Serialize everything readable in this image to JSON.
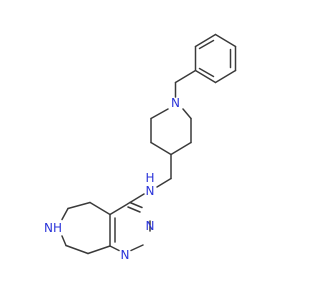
{
  "molecule": {
    "atoms": {
      "n_piperidine": "N",
      "n_amine": "N",
      "h_amine": "H",
      "n_azepane": "NH",
      "n_pyrimidine_3": "N",
      "n_pyrimidine_1": "N"
    },
    "colors": {
      "bond": "#3a3a3a",
      "heteroatom": "#2b34d9",
      "background": "#ffffff"
    }
  }
}
